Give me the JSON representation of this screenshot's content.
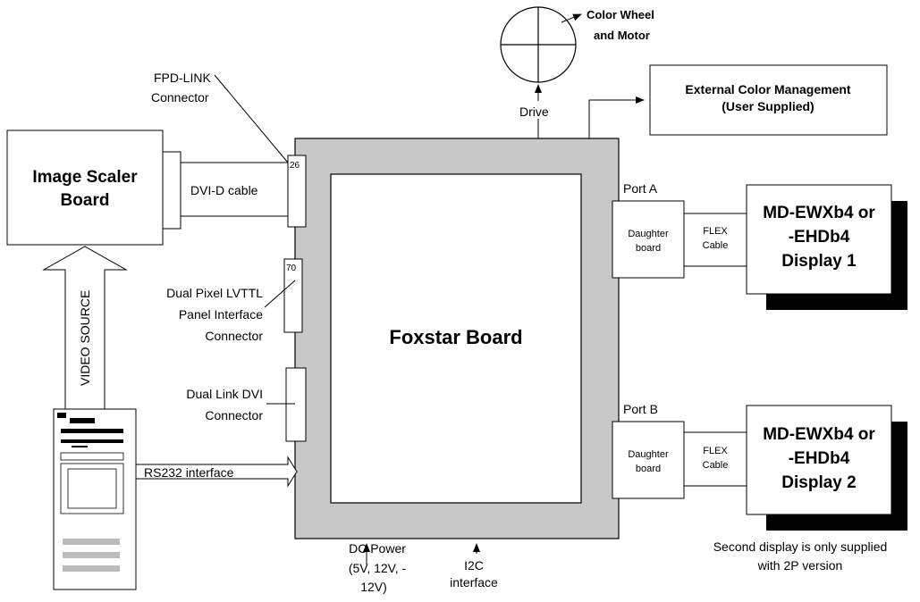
{
  "labels": {
    "color_wheel_line1": "Color Wheel",
    "color_wheel_line2": "and Motor",
    "drive": "Drive",
    "ext_color_line1": "External Color Management",
    "ext_color_line2": "(User Supplied)",
    "fpd_link_line1": "FPD-LINK",
    "fpd_link_line2": "Connector",
    "image_scaler_line1": "Image Scaler",
    "image_scaler_line2": "Board",
    "dvi_d_cable": "DVI-D cable",
    "pin_26": "26",
    "pin_70": "70",
    "dual_pixel_line1": "Dual Pixel LVTTL",
    "dual_pixel_line2": "Panel Interface",
    "dual_pixel_line3": "Connector",
    "dual_link_line1": "Dual Link DVI",
    "dual_link_line2": "Connector",
    "video_source": "VIDEO SOURCE",
    "rs232": "RS232 interface",
    "foxstar": "Foxstar  Board",
    "port_a": "Port A",
    "port_b": "Port B",
    "daughter_a_line1": "Daughter",
    "daughter_a_line2": "board",
    "daughter_b_line1": "Daughter",
    "daughter_b_line2": "board",
    "flex_a_line1": "FLEX",
    "flex_a_line2": "Cable",
    "flex_b_line1": "FLEX",
    "flex_b_line2": "Cable",
    "display1_line1": "MD-EWXb4 or",
    "display1_line2": "-EHDb4",
    "display1_line3": "Display 1",
    "display2_line1": "MD-EWXb4 or",
    "display2_line2": "-EHDb4",
    "display2_line3": "Display 2",
    "second_display_line1": "Second display is only supplied",
    "second_display_line2": "with 2P version",
    "dc_power_line1": "DC Power",
    "dc_power_line2": "(5V, 12V, -",
    "dc_power_line3": "12V)",
    "i2c_line1": "I2C",
    "i2c_line2": "interface"
  },
  "colors": {
    "board_fill": "#c8c8c8",
    "shadow": "#000000",
    "stroke": "#000000"
  }
}
